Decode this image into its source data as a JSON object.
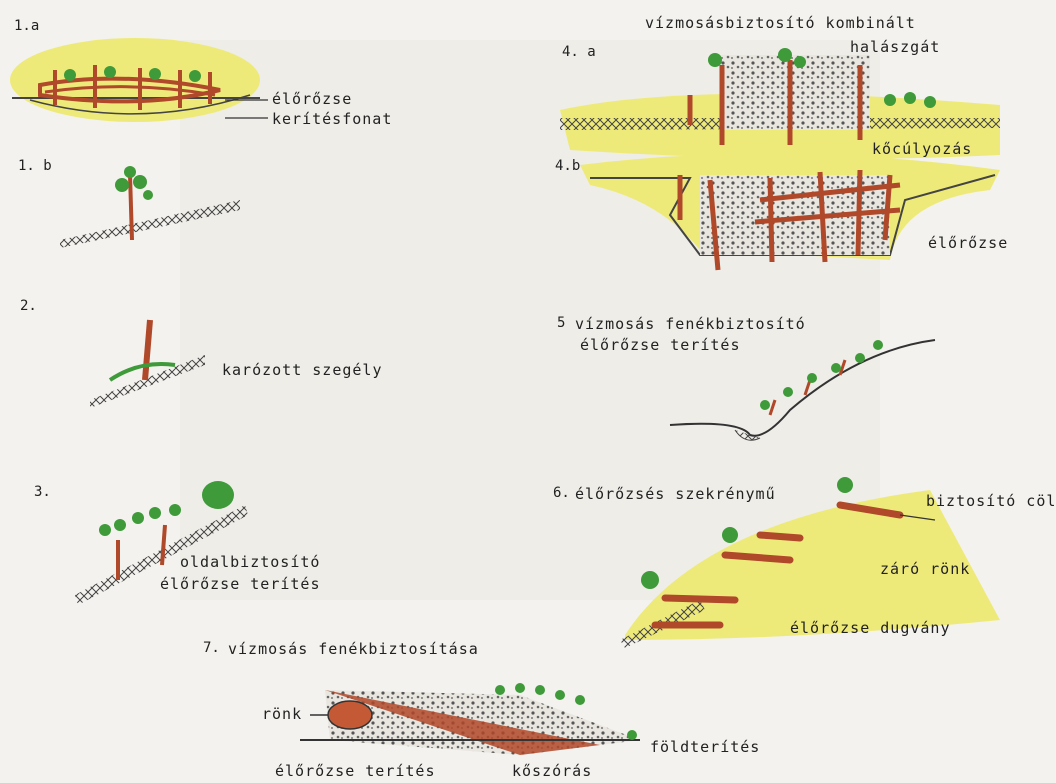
{
  "numbers": {
    "n1a": "1.a",
    "n1b": "1. b",
    "n2": "2.",
    "n3": "3.",
    "n4a": "4. a",
    "n4b": "4.b",
    "n5": "5",
    "n6": "6.",
    "n7": "7."
  },
  "labels": {
    "l1a_1": "élőrőzse",
    "l1a_2": "kerítésfonat",
    "l2": "karózott szegély",
    "l3_1": "oldalbiztosító",
    "l3_2": "élőrőzse terítés",
    "l4a_1": "vízmosásbiztosító kombinált",
    "l4a_2": "halászgát",
    "l4b_1": "kőcúlyozás",
    "l4b_2": "élőrőzse",
    "l5_1": "vízmosás fenékbiztosító",
    "l5_2": "élőrőzse terítés",
    "l6": "élőrőzsés szekrénymű",
    "l6_1": "biztosító cölöp",
    "l6_2": "záró rönk",
    "l6_3": "élőrőzse dugvány",
    "l7": "vízmosás fenékbiztosítása",
    "l7_1": "rönk",
    "l7_2": "földterítés",
    "l7_3": "élőrőzse terítés",
    "l7_4": "kőszórás"
  },
  "colors": {
    "yellow": "#eeea7a",
    "wood": "#b0482a",
    "green": "#3f9a3a",
    "ink": "#333333"
  }
}
